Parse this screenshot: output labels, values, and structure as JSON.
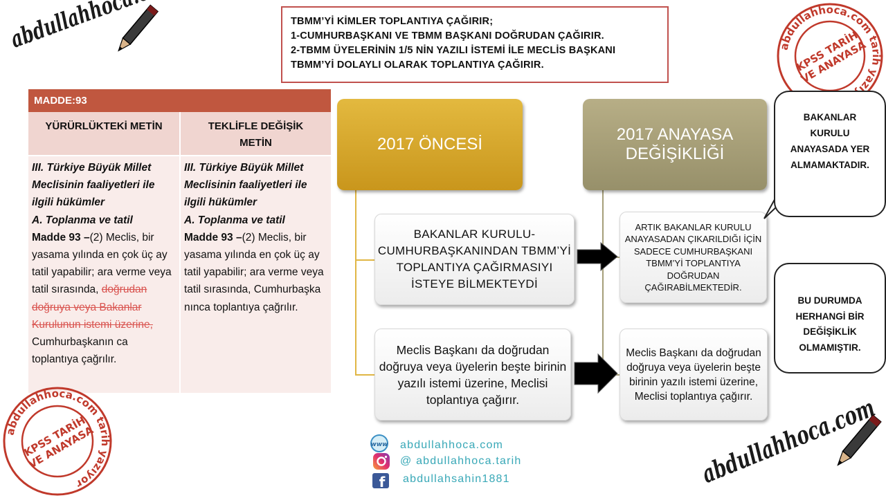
{
  "top_note": {
    "lines": [
      "TBMM’Yİ KİMLER TOPLANTIYA ÇAĞIRIR;",
      "1-CUMHURBAŞKANI VE TBMM BAŞKANI DOĞRUDAN ÇAĞIRIR.",
      "2-TBMM ÜYELERİNİN 1/5 NİN YAZILI İSTEMİ İLE MECLİS BAŞKANI",
      "TBMM’Yİ DOLAYLI OLARAK TOPLANTIYA ÇAĞIRIR."
    ]
  },
  "madde": {
    "title": "MADDE:93",
    "left_header": "YÜRÜRLÜKTEKİ METİN",
    "right_header_line1": "TEKLİFLE DEĞİŞİK",
    "right_header_line2": "METİN",
    "section_heading": "III. Türkiye Büyük Millet Meclisinin faaliyetleri ile ilgili hükümler",
    "subheading": "A. Toplanma ve tatil",
    "article_ref": "Madde 93 –",
    "left_text_pre": "(2) Meclis, bir yasama yılında en çok üç ay tatil yapabilir; ara verme veya tatil sırasında, ",
    "left_text_struck": "doğrudan doğruya veya Bakanlar Kurulunun istemi üzerine,",
    "left_text_post": " Cumhurbaşkanın ca toplantıya çağrılır.",
    "right_text": "(2) Meclis, bir yasama yılında en çok üç ay tatil yapabilir; ara verme veya tatil sırasında, Cumhurbaşka nınca toplantıya çağrılır."
  },
  "flow": {
    "before_title": "2017 ÖNCESİ",
    "after_title_line1": "2017 ANAYASA",
    "after_title_line2": "DEĞİŞİKLİĞİ",
    "before_item_1": "BAKANLAR KURULU-CUMHURBAŞKANINDAN TBMM’Yİ TOPLANTIYA ÇAĞIRMASIYI İSTEYE BİLMEKTEYDİ",
    "before_item_2": "Meclis Başkanı da doğrudan doğruya veya üyelerin beşte birinin yazılı istemi üzerine, Meclisi toplantıya çağırır.",
    "after_item_1": "ARTIK BAKANLAR KURULU ANAYASADAN ÇIKARILDIĞI İÇİN SADECE CUMHURBAŞKANI TBMM’Yİ TOPLANTIYA DOĞRUDAN ÇAĞIRABİLMEKTEDİR.",
    "after_item_2": "Meclis Başkanı da doğrudan doğruya veya üyelerin beşte birinin yazılı istemi üzerine, Meclisi toplantıya çağırır."
  },
  "bubbles": {
    "bubble_1": "BAKANLAR KURULU ANAYASADA YER ALMAMAKTADIR.",
    "bubble_2": "BU DURUMDA HERHANGİ BİR DEĞİŞİKLİK OLMAMIŞTIR."
  },
  "social": {
    "website": "abdullahhoca.com",
    "instagram": "@ abdullahhoca.tarih",
    "facebook": "abdullahsahin1881",
    "www_icon_text": "www",
    "fb_icon_text": "f"
  },
  "logos": {
    "script_name": "abdullahhoca.com",
    "stamp_ring_text": "abdullahhoca.com tarih yazıyor",
    "stamp_center_line1": "KPSS TARİH",
    "stamp_center_line2": "VE ANAYASA"
  },
  "colors": {
    "madde_header": "#c0573f",
    "header_gold": "#d4a52a",
    "header_olive": "#a59e78",
    "stamp_red": "#c0392b",
    "link_teal": "#38a8b7"
  }
}
